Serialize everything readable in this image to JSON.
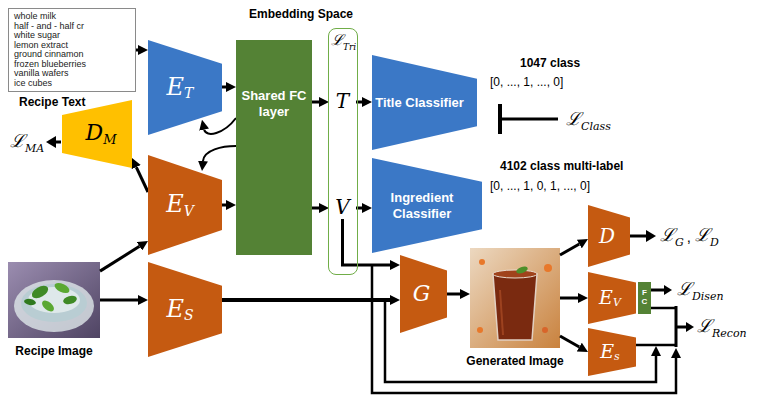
{
  "diagram": {
    "nodes": [
      {
        "text": [
          "whole milk",
          "half - and - half cr",
          "white sugar",
          "lemon extract",
          "ground cinnamon",
          "frozen blueberries",
          "vanilla wafers",
          "ice cubes",
          "Recipe Text"
        ]
      },
      {
        "text": [
          "E",
          "T"
        ]
      },
      {
        "text": [
          "Shared FC layer"
        ]
      },
      {
        "text": [
          "D",
          "M"
        ]
      },
      {
        "text": [
          "E",
          "V"
        ]
      },
      {
        "text": [
          "Recipe Image"
        ]
      },
      {
        "text": [
          "E",
          "S"
        ]
      },
      {
        "text": [
          "Embedding Space"
        ]
      },
      {
        "text": [
          "T"
        ],
        "in": 7
      },
      {
        "text": [
          "V"
        ],
        "in": 7
      },
      {
        "text": [
          "Title Classifier"
        ]
      },
      {
        "text": [
          "Ingredient Classifier"
        ]
      },
      {
        "text": [
          "G"
        ]
      },
      {
        "text": [
          "Generated Image"
        ]
      },
      {
        "text": [
          "D"
        ]
      },
      {
        "text": [
          "E",
          "V"
        ]
      },
      {
        "text": [
          "FC"
        ]
      },
      {
        "text": [
          "E",
          "s"
        ]
      }
    ],
    "edges": [
      {
        "from": 0,
        "to": 1,
        "arrow": "to"
      },
      {
        "from": 1,
        "to": 2,
        "arrow": "to"
      },
      {
        "from": 2,
        "to": 1,
        "arrow": "to"
      },
      {
        "from": 4,
        "to": 2,
        "arrow": "to"
      },
      {
        "from": 2,
        "to": 4,
        "arrow": "to"
      },
      {
        "from": 4,
        "to": 3,
        "arrow": "to"
      },
      {
        "from": 5,
        "to": 4,
        "arrow": "to"
      },
      {
        "from": 5,
        "to": 6,
        "arrow": "to"
      },
      {
        "from": 2,
        "to": 8,
        "arrow": "to"
      },
      {
        "from": 2,
        "to": 9,
        "arrow": "to"
      },
      {
        "from": 8,
        "to": 10,
        "arrow": "to"
      },
      {
        "from": 9,
        "to": 11,
        "arrow": "to"
      },
      {
        "from": 9,
        "to": 12,
        "arrow": "to"
      },
      {
        "from": 6,
        "to": 12,
        "arrow": "to"
      },
      {
        "from": 12,
        "to": 13,
        "arrow": "to"
      },
      {
        "from": 13,
        "to": 14,
        "arrow": "to"
      },
      {
        "from": 13,
        "to": 15,
        "arrow": "to"
      },
      {
        "from": 13,
        "to": 17,
        "arrow": "to"
      }
    ],
    "labels": [
      "ℒ",
      "Tri",
      "ℒ",
      "MA",
      "1047 class",
      "[0, ..., 1, ..., 0]",
      "ℒ",
      "Class",
      "4102 class multi-label",
      "[0, ..., 1, 0, 1, ..., 0]",
      "ℒ",
      "G",
      ",",
      "ℒ",
      "D",
      "ℒ",
      "Disen",
      "ℒ",
      "Recon"
    ]
  }
}
